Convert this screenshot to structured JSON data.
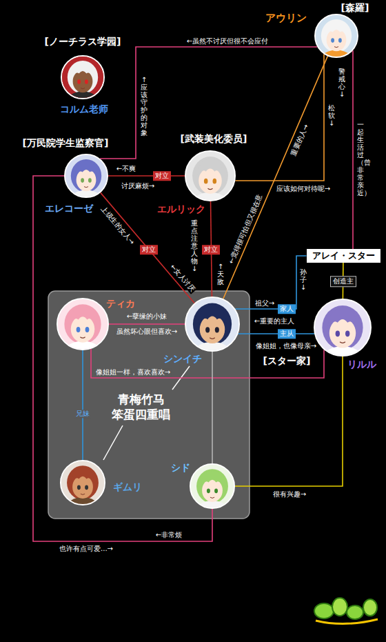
{
  "diagram": {
    "nodes": [
      {
        "text": [
          "[森羅]",
          "アウリン"
        ]
      },
      {
        "text": [
          "[ノーチラス学园]",
          "コルム老师"
        ]
      },
      {
        "text": [
          "[万民院学生监察官]",
          "エレコーゼ"
        ]
      },
      {
        "text": [
          "[武装美化委员]",
          "エルリック"
        ]
      },
      {
        "text": [
          "アレイ・スター"
        ]
      },
      {
        "text": [
          "青梅竹马 笨蛋四重唱"
        ]
      },
      {
        "text": [
          "ティカ"
        ],
        "in": 5
      },
      {
        "text": [
          "シンイチ"
        ],
        "in": 5
      },
      {
        "text": [
          "[スター家]",
          "リルル"
        ]
      },
      {
        "text": [
          "ギムリ"
        ],
        "in": 5
      },
      {
        "text": [
          "シド"
        ],
        "in": 5
      }
    ],
    "edges": [
      {
        "from": 0,
        "to": 2,
        "arrow": "none",
        "label": "←虽然不讨厌但很不会应付"
      },
      {
        "from": 0,
        "to": 3,
        "arrow": "none",
        "label": "应该如何对待呢→"
      },
      {
        "from": 0,
        "to": 7,
        "arrow": "none"
      },
      {
        "from": 0,
        "to": 4,
        "arrow": "none",
        "label": "一起生活过（曾非常亲近）"
      },
      {
        "from": 2,
        "to": 3,
        "arrow": "none",
        "label": "对立"
      },
      {
        "from": 2,
        "to": 7,
        "arrow": "none",
        "label": "对立"
      },
      {
        "from": 3,
        "to": 7,
        "arrow": "none",
        "label": "对立"
      },
      {
        "from": 4,
        "to": 7,
        "arrow": "none",
        "label": "家人"
      },
      {
        "from": 4,
        "to": 8,
        "arrow": "none",
        "label": "创造主"
      },
      {
        "from": 6,
        "to": 7,
        "arrow": "none",
        "label": "←孽缘的小妹"
      },
      {
        "from": 7,
        "to": 8,
        "arrow": "none",
        "label": "主从"
      },
      {
        "from": 6,
        "to": 8,
        "arrow": "none",
        "label": "像姐姐一样，喜欢喜欢→"
      },
      {
        "from": 6,
        "to": 9,
        "arrow": "none",
        "label": "兄妹"
      },
      {
        "from": 7,
        "to": 10,
        "arrow": "none"
      },
      {
        "from": 8,
        "to": 10,
        "arrow": "none",
        "label": "很有兴趣→"
      },
      {
        "from": 2,
        "to": 10,
        "arrow": "none",
        "label": "←非常烦"
      }
    ],
    "labels": [
      "↑应该守护的对象",
      "松软↓",
      "警戒心↓",
      "重要的人→",
      "←觉得很可怕但又很在意",
      "←不爽",
      "讨厌麻烦→",
      "上级生的女人→",
      "←女人讨厌",
      "重点注意人物↓",
      "↑天敌",
      "孙子↓",
      "祖父→",
      "虽然坏心眼但喜欢→",
      "←重要的主人",
      "像姐姐，也像母亲→",
      "也许有点可爱...→"
    ]
  }
}
